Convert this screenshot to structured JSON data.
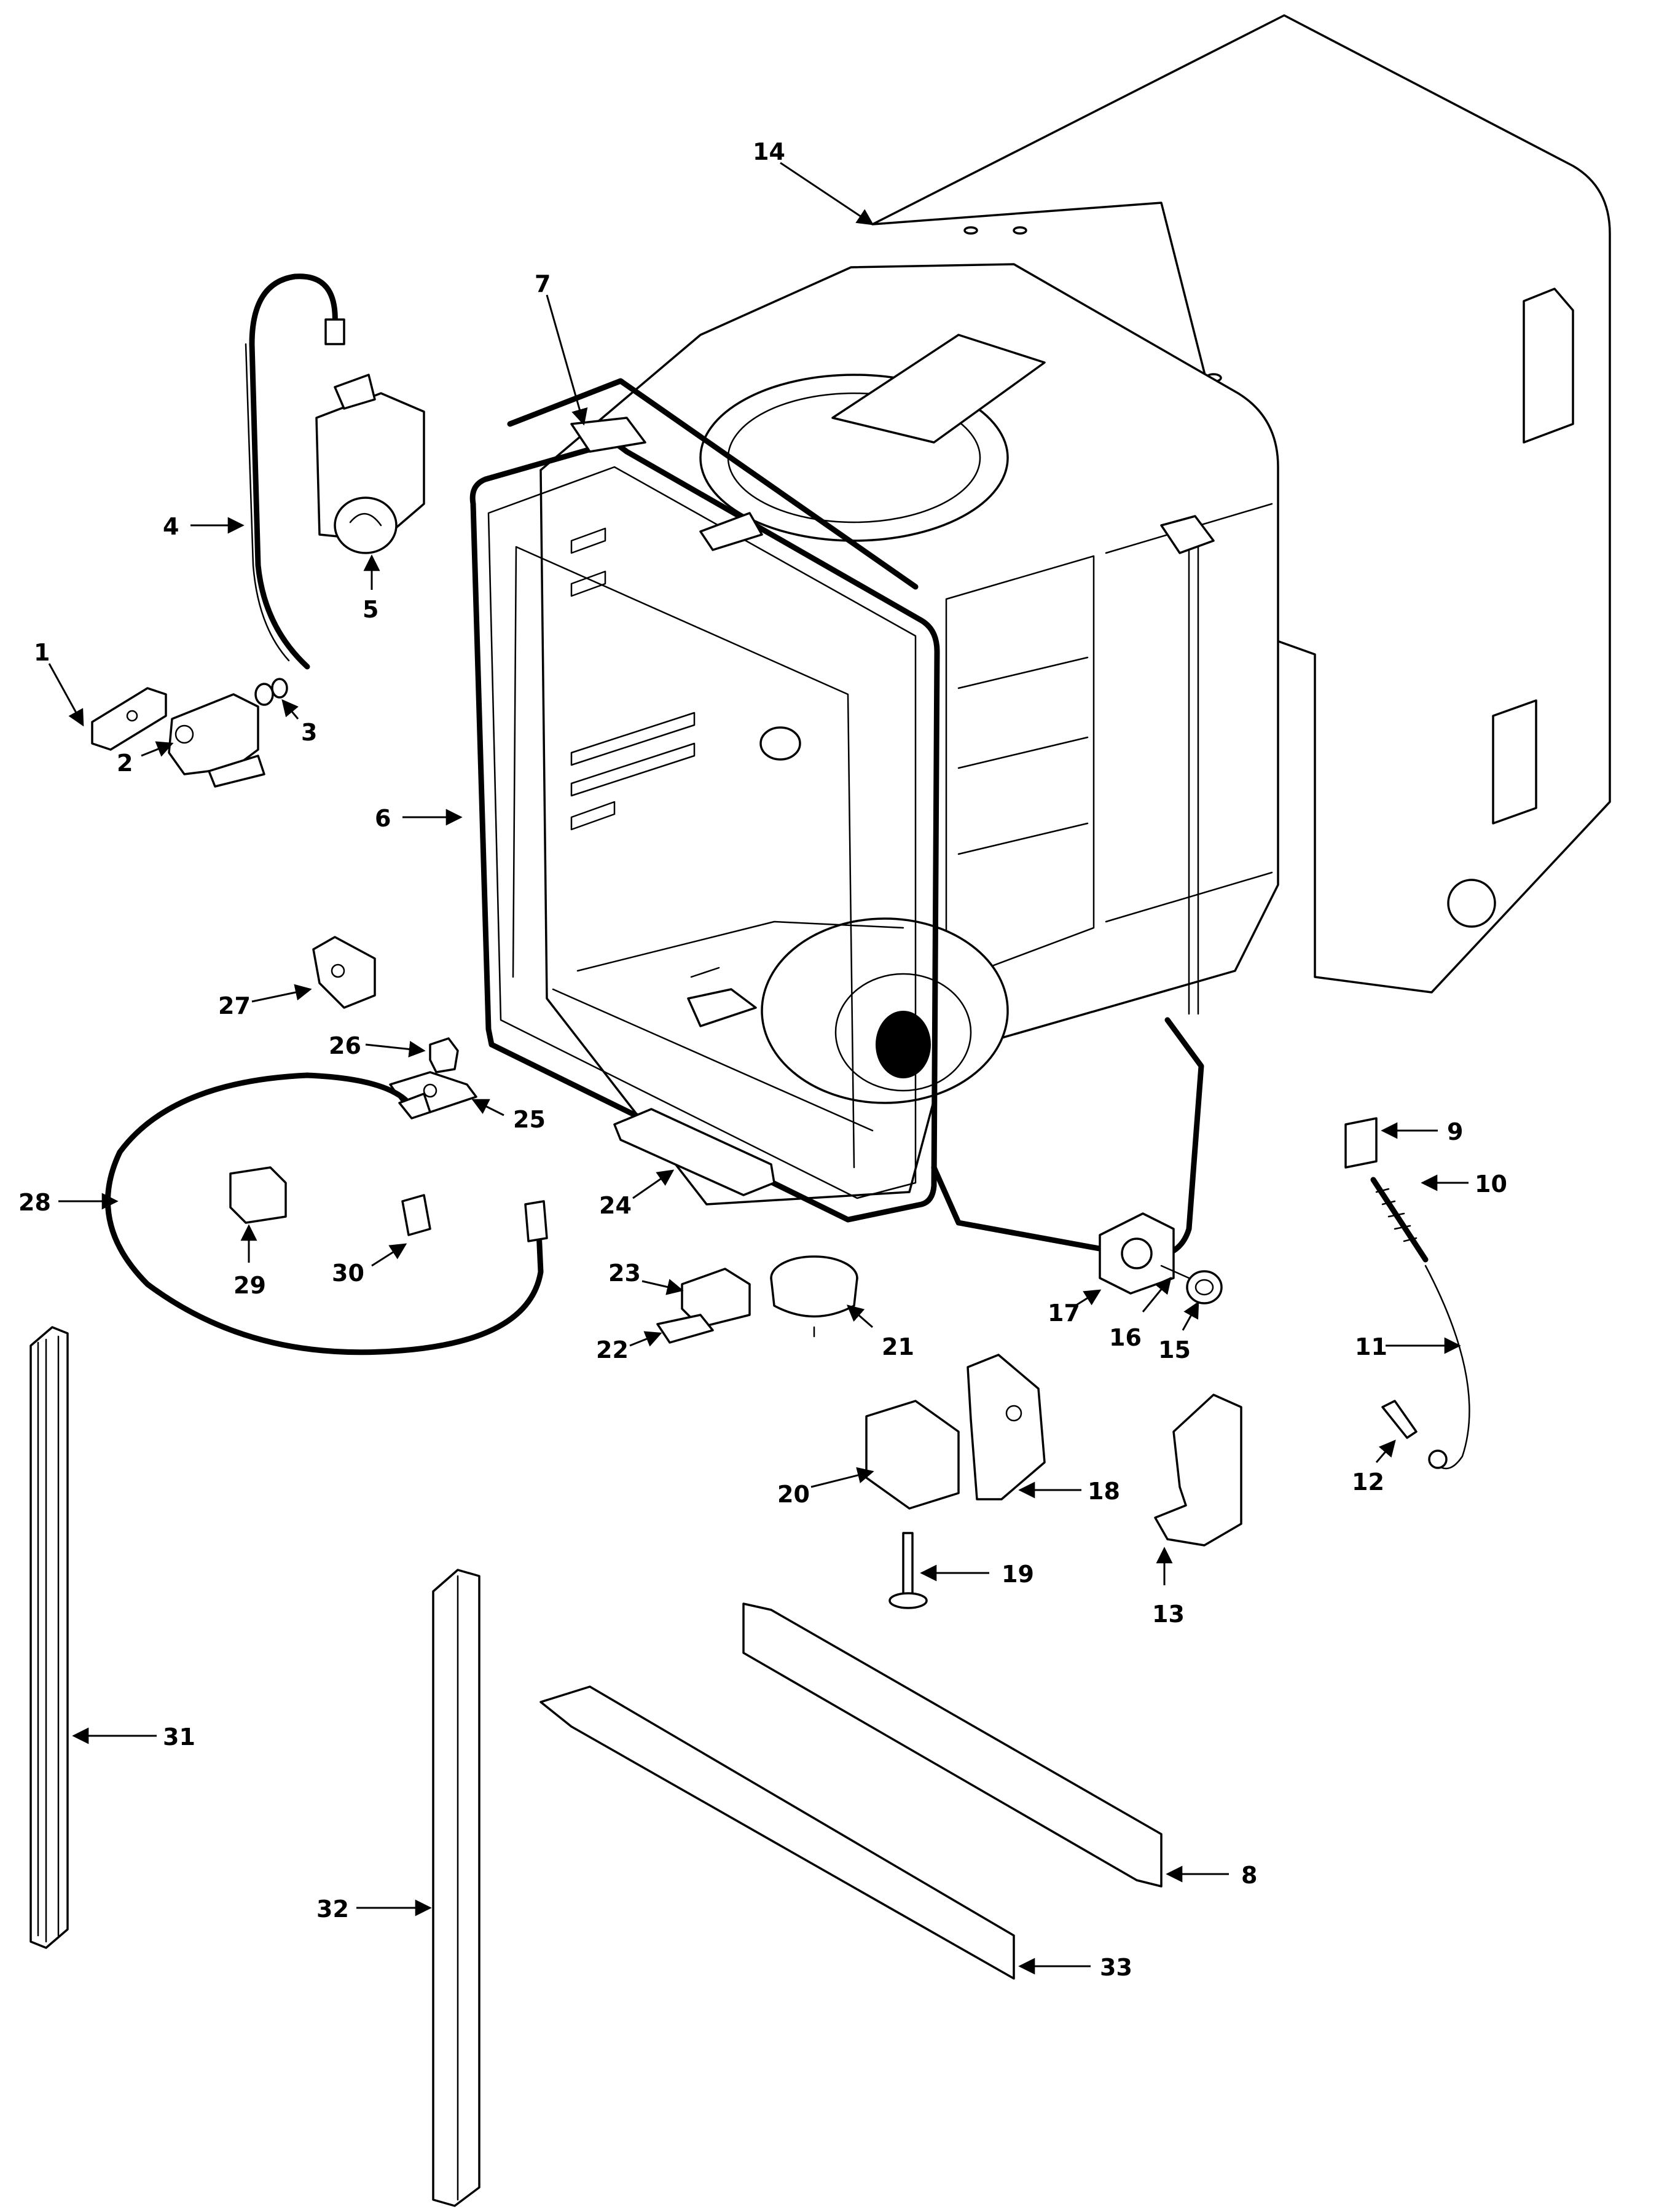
{
  "diagram": {
    "colors": {
      "line": "#000000",
      "background": "#ffffff"
    },
    "callouts": [
      {
        "id": "c1",
        "label": "1"
      },
      {
        "id": "c2",
        "label": "2"
      },
      {
        "id": "c3",
        "label": "3"
      },
      {
        "id": "c4",
        "label": "4"
      },
      {
        "id": "c5",
        "label": "5"
      },
      {
        "id": "c6",
        "label": "6"
      },
      {
        "id": "c7",
        "label": "7"
      },
      {
        "id": "c8",
        "label": "8"
      },
      {
        "id": "c9",
        "label": "9"
      },
      {
        "id": "c10",
        "label": "10"
      },
      {
        "id": "c11",
        "label": "11"
      },
      {
        "id": "c12",
        "label": "12"
      },
      {
        "id": "c13",
        "label": "13"
      },
      {
        "id": "c14",
        "label": "14"
      },
      {
        "id": "c15",
        "label": "15"
      },
      {
        "id": "c16",
        "label": "16"
      },
      {
        "id": "c17",
        "label": "17"
      },
      {
        "id": "c18",
        "label": "18"
      },
      {
        "id": "c19",
        "label": "19"
      },
      {
        "id": "c20",
        "label": "20"
      },
      {
        "id": "c21",
        "label": "21"
      },
      {
        "id": "c22",
        "label": "22"
      },
      {
        "id": "c23",
        "label": "23"
      },
      {
        "id": "c24",
        "label": "24"
      },
      {
        "id": "c25",
        "label": "25"
      },
      {
        "id": "c26",
        "label": "26"
      },
      {
        "id": "c27",
        "label": "27"
      },
      {
        "id": "c28",
        "label": "28"
      },
      {
        "id": "c29",
        "label": "29"
      },
      {
        "id": "c30",
        "label": "30"
      },
      {
        "id": "c31",
        "label": "31"
      },
      {
        "id": "c32",
        "label": "32"
      },
      {
        "id": "c33",
        "label": "33"
      }
    ]
  }
}
